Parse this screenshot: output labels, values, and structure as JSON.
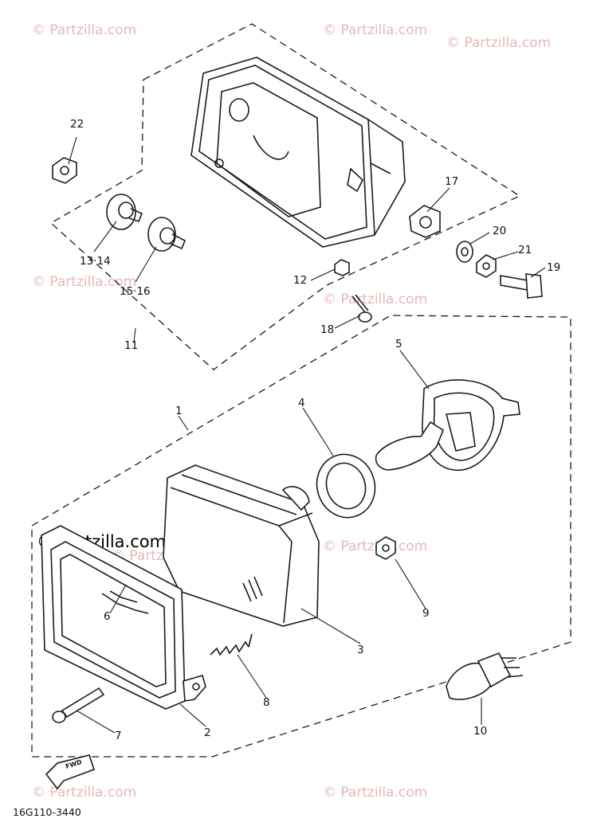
{
  "watermarks": [
    "© Partzilla.com",
    "© Partzilla.com",
    "© Partzilla.com",
    "© Partzilla.com",
    "© Partzilla.com",
    "© Partzilla.com",
    "© Partzilla.com",
    "© Partzilla.com",
    "© Partzilla.com"
  ],
  "watermark_large": "© Partzilla.com",
  "diagram_code": "16G110-3440",
  "fwd_label": "FWD",
  "callouts": {
    "c1": "1",
    "c2": "2",
    "c3": "3",
    "c4": "4",
    "c5": "5",
    "c6": "6",
    "c7": "7",
    "c8": "8",
    "c9": "9",
    "c10": "10",
    "c11": "11",
    "c12": "12",
    "c13_14": "13·14",
    "c15_16": "15·16",
    "c17": "17",
    "c18": "18",
    "c19": "19",
    "c20": "20",
    "c21": "21",
    "c22": "22"
  },
  "colors": {
    "line": "#1a1a1a",
    "watermark": "#e6b8b8",
    "background": "#ffffff"
  }
}
